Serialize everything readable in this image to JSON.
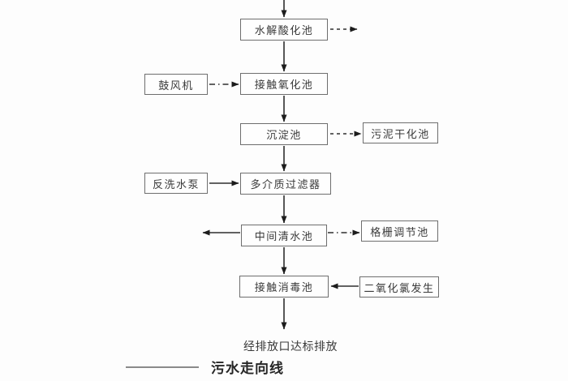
{
  "diagram": {
    "title_implicit": "",
    "nodes": {
      "hydrolysis": {
        "label": "水解酸化池"
      },
      "blower": {
        "label": "鼓风机"
      },
      "coxidation": {
        "label": "接触氧化池"
      },
      "sediment": {
        "label": "沉淀池"
      },
      "sludge": {
        "label": "污泥干化池"
      },
      "backwash": {
        "label": "反洗水泵"
      },
      "filter": {
        "label": "多介质过滤器"
      },
      "clearwater": {
        "label": "中间清水池"
      },
      "grid": {
        "label": "格栅调节池"
      },
      "disinfect": {
        "label": "接触消毒池"
      },
      "chlorine": {
        "label": "二氧化氯发生"
      }
    },
    "edges": [
      {
        "from": "inflow-top",
        "to": "hydrolysis",
        "style": "solid"
      },
      {
        "from": "hydrolysis",
        "to": "right-branch",
        "style": "dashed"
      },
      {
        "from": "hydrolysis",
        "to": "coxidation",
        "style": "solid"
      },
      {
        "from": "blower",
        "to": "coxidation",
        "style": "dash-dot"
      },
      {
        "from": "coxidation",
        "to": "sediment",
        "style": "solid"
      },
      {
        "from": "sediment",
        "to": "sludge",
        "style": "dashed"
      },
      {
        "from": "sediment",
        "to": "filter",
        "style": "solid"
      },
      {
        "from": "backwash",
        "to": "filter",
        "style": "solid"
      },
      {
        "from": "filter",
        "to": "clearwater",
        "style": "solid"
      },
      {
        "from": "clearwater",
        "to": "left-outflow",
        "style": "solid"
      },
      {
        "from": "clearwater",
        "to": "grid",
        "style": "dash-dot"
      },
      {
        "from": "clearwater",
        "to": "disinfect",
        "style": "solid"
      },
      {
        "from": "chlorine",
        "to": "disinfect",
        "style": "solid"
      },
      {
        "from": "disinfect",
        "to": "outlet",
        "style": "solid"
      }
    ],
    "outlet_text": "经排放口达标排放",
    "legend": {
      "line_label": "污水走向线"
    },
    "colors": {
      "line": "#2e2e2e",
      "arrowhead": "#1c1c1c",
      "box_border": "#6e6e6e",
      "text": "#3a3a3a",
      "legend_line": "#8a8a8a",
      "background": "#fdfdfd"
    }
  }
}
